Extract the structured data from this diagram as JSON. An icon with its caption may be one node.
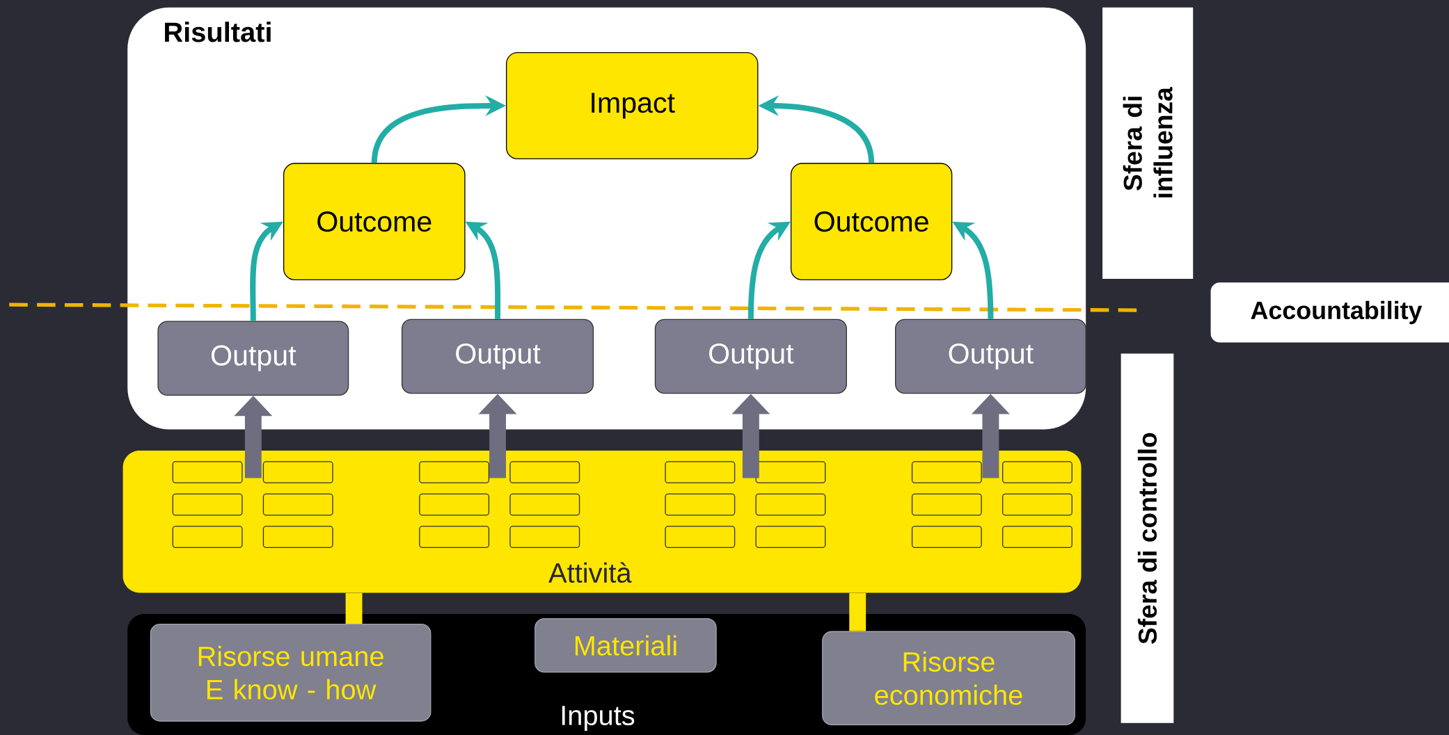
{
  "diagram": {
    "nodes": [
      {
        "text": [
          "Risultati"
        ]
      },
      {
        "text": [
          "Impact"
        ],
        "in": 0
      },
      {
        "text": [
          "Outcome"
        ],
        "in": 0
      },
      {
        "text": [
          "Outcome"
        ],
        "in": 0
      },
      {
        "text": [
          "Output"
        ],
        "in": 0
      },
      {
        "text": [
          "Output"
        ],
        "in": 0
      },
      {
        "text": [
          "Output"
        ],
        "in": 0
      },
      {
        "text": [
          "Output"
        ],
        "in": 0
      },
      {
        "text": [
          "Attività"
        ]
      },
      {
        "text": [
          "Inputs"
        ]
      },
      {
        "text": [
          "Risorse umane E know - how"
        ],
        "in": 9
      },
      {
        "text": [
          "Materiali"
        ],
        "in": 9
      },
      {
        "text": [
          "Risorse economiche"
        ],
        "in": 9
      },
      {
        "text": [
          "Sfera di influenza"
        ]
      },
      {
        "text": [
          "Accountability"
        ]
      },
      {
        "text": [
          "Sfera di controllo"
        ]
      }
    ],
    "edges": [
      {
        "from": 4,
        "to": 2,
        "arrow": "to"
      },
      {
        "from": 5,
        "to": 2,
        "arrow": "to"
      },
      {
        "from": 6,
        "to": 3,
        "arrow": "to"
      },
      {
        "from": 7,
        "to": 3,
        "arrow": "to"
      },
      {
        "from": 2,
        "to": 1,
        "arrow": "to"
      },
      {
        "from": 3,
        "to": 1,
        "arrow": "to"
      },
      {
        "from": 8,
        "to": 4,
        "arrow": "to",
        "style": "thick",
        "color": "#6e6e80"
      },
      {
        "from": 8,
        "to": 5,
        "arrow": "to",
        "style": "thick",
        "color": "#6e6e80"
      },
      {
        "from": 8,
        "to": 6,
        "arrow": "to",
        "style": "thick",
        "color": "#6e6e80"
      },
      {
        "from": 8,
        "to": 7,
        "arrow": "to",
        "style": "thick",
        "color": "#6e6e80"
      },
      {
        "from": 10,
        "to": 8,
        "arrow": "none",
        "style": "thick",
        "color": "#ffe600"
      },
      {
        "from": 12,
        "to": 8,
        "arrow": "none",
        "style": "thick",
        "color": "#ffe600"
      }
    ]
  }
}
